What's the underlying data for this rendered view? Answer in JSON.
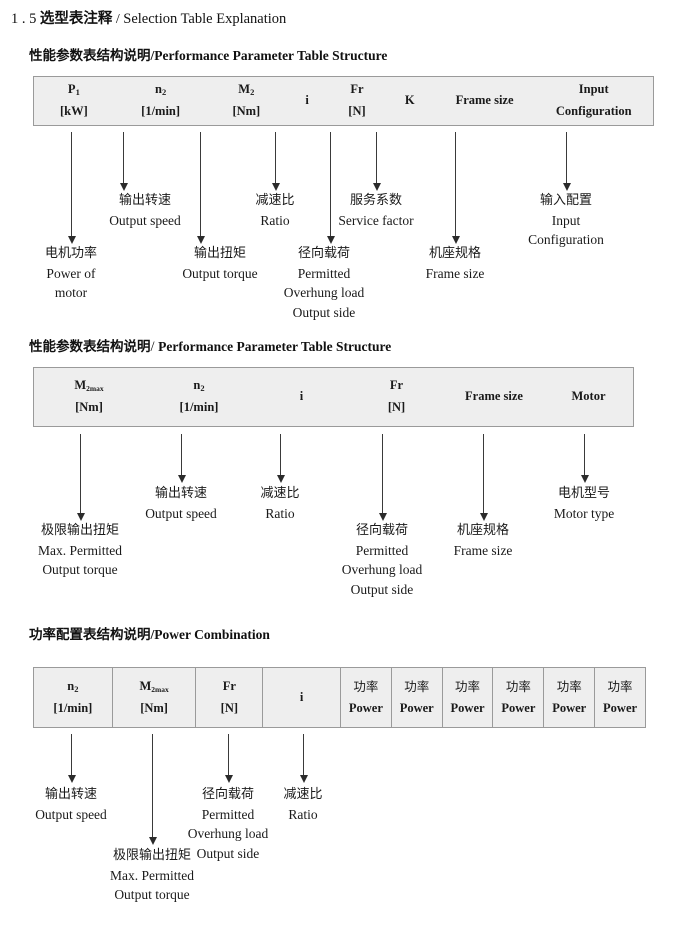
{
  "document": {
    "section_number": "1 . 5",
    "title_cn": "选型表注释",
    "title_sep": "/",
    "title_en": "Selection Table Explanation"
  },
  "sections": [
    {
      "heading_cn": "性能参数表结构说明",
      "heading_sep": "/",
      "heading_en": "Performance Parameter Table Structure",
      "columns": [
        {
          "sym": "P",
          "sub": "1",
          "unit": "[kW]"
        },
        {
          "sym": "n",
          "sub": "2",
          "unit": "[1/min]"
        },
        {
          "sym": "M",
          "sub": "2",
          "unit": "[Nm]"
        },
        {
          "sym": "i",
          "sub": "",
          "unit": ""
        },
        {
          "sym": "Fr",
          "sub": "",
          "unit": "[N]"
        },
        {
          "sym": "K",
          "sub": "",
          "unit": ""
        },
        {
          "sym": "Frame size",
          "sub": "",
          "unit": ""
        },
        {
          "sym": "Input",
          "sub": "",
          "unit": "Configuration"
        }
      ],
      "notes": [
        {
          "cn": "电机功率",
          "en": [
            "Power of",
            "motor"
          ]
        },
        {
          "cn": "输出转速",
          "en": [
            "Output speed"
          ]
        },
        {
          "cn": "输出扭矩",
          "en": [
            "Output torque"
          ]
        },
        {
          "cn": "减速比",
          "en": [
            "Ratio"
          ]
        },
        {
          "cn": "径向载荷",
          "en": [
            "Permitted",
            "Overhung load",
            "Output side"
          ]
        },
        {
          "cn": "服务系数",
          "en": [
            "Service factor"
          ]
        },
        {
          "cn": "机座规格",
          "en": [
            "Frame size"
          ]
        },
        {
          "cn": "输入配置",
          "en": [
            "Input",
            "Configuration"
          ]
        }
      ]
    },
    {
      "heading_cn": "性能参数表结构说明",
      "heading_sep": "/",
      "heading_en": "Performance Parameter Table Structure",
      "columns": [
        {
          "sym": "M",
          "sub": "2max",
          "unit": "[Nm]"
        },
        {
          "sym": "n",
          "sub": "2",
          "unit": "[1/min]"
        },
        {
          "sym": "i",
          "sub": "",
          "unit": ""
        },
        {
          "sym": "Fr",
          "sub": "",
          "unit": "[N]"
        },
        {
          "sym": "Frame size",
          "sub": "",
          "unit": ""
        },
        {
          "sym": "Motor",
          "sub": "",
          "unit": ""
        }
      ],
      "notes": [
        {
          "cn": "极限输出扭矩",
          "en": [
            "Max. Permitted",
            "Output  torque"
          ]
        },
        {
          "cn": "输出转速",
          "en": [
            "Output speed"
          ]
        },
        {
          "cn": "减速比",
          "en": [
            "Ratio"
          ]
        },
        {
          "cn": "径向载荷",
          "en": [
            "Permitted",
            "Overhung load",
            "Output side"
          ]
        },
        {
          "cn": "机座规格",
          "en": [
            "Frame size"
          ]
        },
        {
          "cn": "电机型号",
          "en": [
            "Motor type"
          ]
        }
      ]
    },
    {
      "heading_cn": "功率配置表结构说明",
      "heading_sep": "/",
      "heading_en": "Power Combination",
      "columns": [
        {
          "sym": "n",
          "sub": "2",
          "unit": "[1/min]"
        },
        {
          "sym": "M",
          "sub": "2max",
          "unit": "[Nm]"
        },
        {
          "sym": "Fr",
          "sub": "",
          "unit": "[N]"
        },
        {
          "sym": "i",
          "sub": "",
          "unit": ""
        }
      ],
      "power_columns": [
        {
          "cn": "功率",
          "en": "Power"
        },
        {
          "cn": "功率",
          "en": "Power"
        },
        {
          "cn": "功率",
          "en": "Power"
        },
        {
          "cn": "功率",
          "en": "Power"
        },
        {
          "cn": "功率",
          "en": "Power"
        },
        {
          "cn": "功率",
          "en": "Power"
        }
      ],
      "notes": [
        {
          "cn": "输出转速",
          "en": [
            "Output speed"
          ]
        },
        {
          "cn": "极限输出扭矩",
          "en": [
            "Max. Permitted",
            "Output  torque"
          ]
        },
        {
          "cn": "径向载荷",
          "en": [
            "Permitted",
            "Overhung load",
            "Output side"
          ]
        },
        {
          "cn": "减速比",
          "en": [
            "Ratio"
          ]
        }
      ]
    }
  ]
}
